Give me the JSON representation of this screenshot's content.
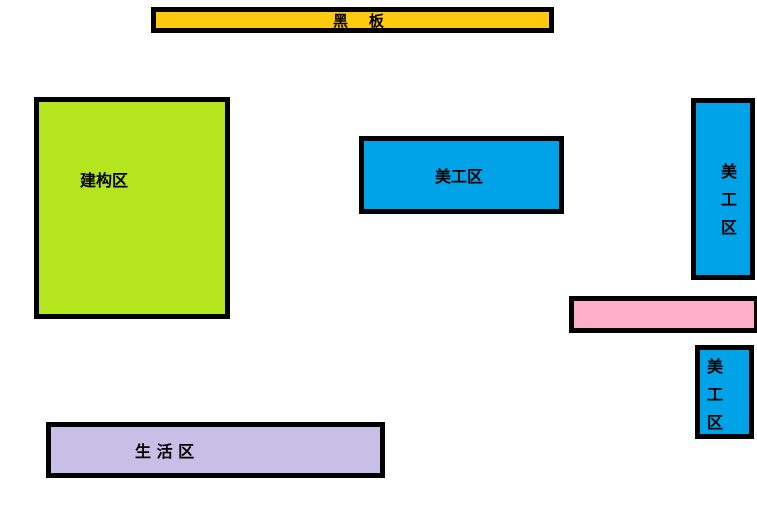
{
  "colors": {
    "blackboard": "#FFC90E",
    "build_area": "#B5E61D",
    "art_area": "#00A2E8",
    "pink_bar": "#FFAEC9",
    "life_area": "#C8BFE7",
    "border": "#000000"
  },
  "blackboard": {
    "label": "黑    板"
  },
  "build_area": {
    "label": "建构区"
  },
  "art_area_center": {
    "label": "美工区"
  },
  "art_area_right_top": {
    "chars": [
      "美",
      "工",
      "区"
    ]
  },
  "pink_bar": {
    "label": ""
  },
  "art_area_right_bottom": {
    "chars": [
      "美",
      "工",
      "区"
    ]
  },
  "life_area": {
    "label": "生 活 区"
  }
}
